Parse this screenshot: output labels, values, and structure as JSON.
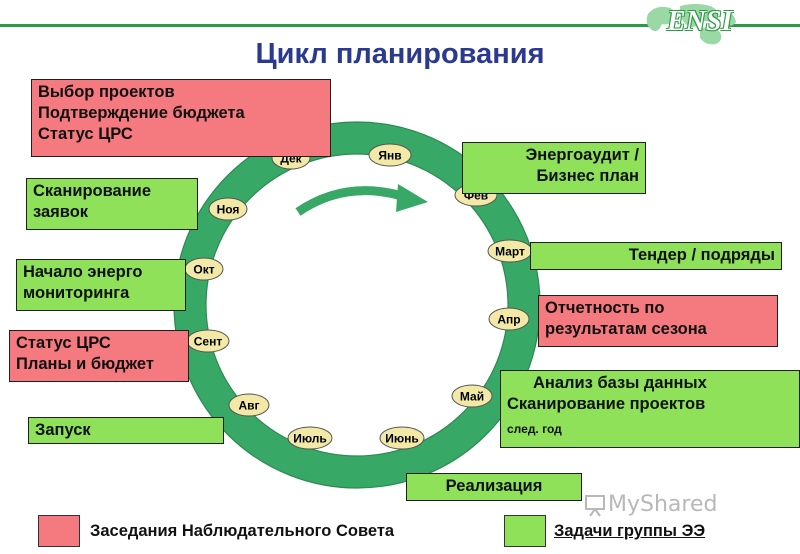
{
  "title": "Цикл планирования",
  "logo_text": "ENSI",
  "boxes": {
    "selection": [
      "Выбор проектов",
      "Подтверждение бюджета",
      "Статус ЦРС"
    ],
    "scanning": [
      "Сканирование",
      "заявок"
    ],
    "monitoring": [
      "Начало энерго",
      "мониторинга"
    ],
    "status2": [
      "Статус ЦРС",
      "Планы и бюджет"
    ],
    "launch": "Запуск",
    "audit": [
      "Энергоаудит /",
      "Бизнес план"
    ],
    "tender": "Тендер / подряды",
    "report": [
      "Отчетность по",
      "результатам сезона"
    ],
    "analysis": [
      "Анализ базы данных",
      "Сканирование проектов"
    ],
    "analysis_note": "след. год",
    "implementation": "Реализация"
  },
  "months": {
    "jan": "Янв",
    "feb": "Фев",
    "mar": "Март",
    "apr": "Апр",
    "may": "Май",
    "jun": "Июнь",
    "jul": "Июль",
    "aug": "Авг",
    "sep": "Сент",
    "oct": "Окт",
    "nov": "Ноя",
    "dec": "Дек"
  },
  "legend": {
    "board": "Заседания Наблюдательного Совета",
    "group": "Задачи группы ЭЭ"
  },
  "watermark": "MyShared",
  "colors": {
    "ring": "#37a866",
    "board": "#f47a7f",
    "group": "#8fe15a",
    "title": "#2b3990",
    "month_fill": "#f2e9a6"
  }
}
